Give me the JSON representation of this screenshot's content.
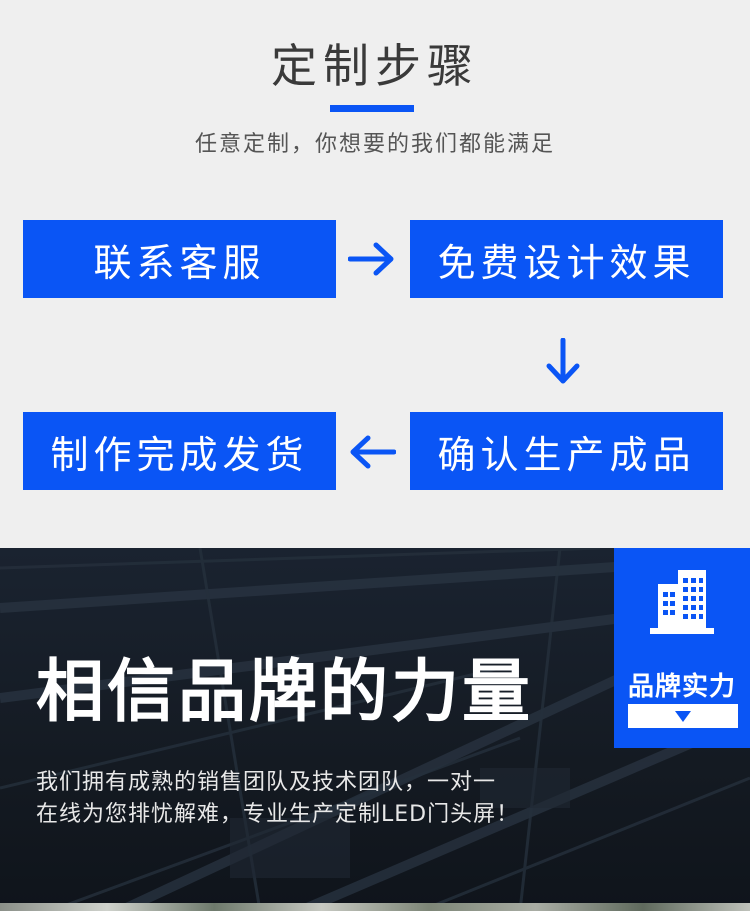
{
  "steps_section": {
    "title": "定制步骤",
    "subtitle": "任意定制，你想要的我们都能满足",
    "steps": [
      {
        "label": "联系客服"
      },
      {
        "label": "免费设计效果"
      },
      {
        "label": "确认生产成品"
      },
      {
        "label": "制作完成发货"
      }
    ],
    "accent_color": "#0a55f5"
  },
  "brand_section": {
    "heading": "相信品牌的力量",
    "description_lines": [
      "我们拥有成熟的销售团队及技术团队，一对一",
      "在线为您排忧解难，专业生产定制LED门头屏！"
    ],
    "badge": {
      "label": "品牌实力",
      "icon": "building-icon",
      "indicator_icon": "triangle-down-icon"
    }
  }
}
